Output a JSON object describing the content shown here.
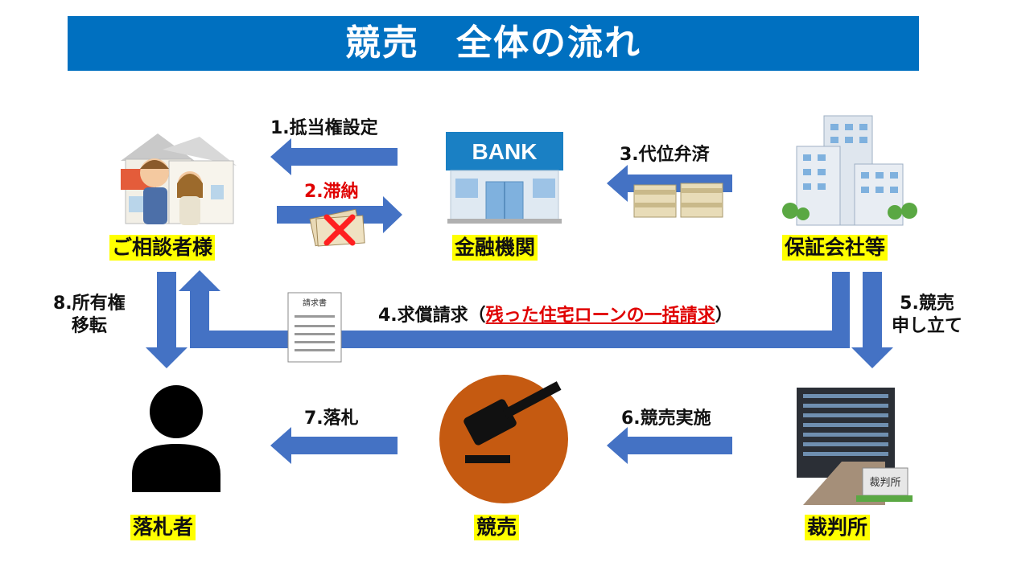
{
  "title": "競売　全体の流れ",
  "nodes": {
    "consultant": "ご相談者様",
    "bank": "金融機関",
    "guarantor": "保証会社等",
    "bidder": "落札者",
    "auction": "競売",
    "court": "裁判所"
  },
  "steps": {
    "s1": "1.抵当権設定",
    "s2": "2.滞納",
    "s3": "3.代位弁済",
    "s4_pre": "4.求償請求（",
    "s4_red": "残った住宅ローンの一括請求",
    "s4_post": "）",
    "s5_l1": "5.競売",
    "s5_l2": "申し立て",
    "s6": "6.競売実施",
    "s7": "7.落札",
    "s8_l1": "8.所有権",
    "s8_l2": "移転"
  },
  "illustrations": {
    "bank_sign": "BANK",
    "invoice_title": "請求書",
    "court_sign": "裁判所"
  },
  "colors": {
    "arrow": "#4472c4",
    "title_bg": "#0070c0",
    "highlight": "#ffff00",
    "emphasis": "#e00000",
    "gavel_circle": "#c55a11"
  }
}
